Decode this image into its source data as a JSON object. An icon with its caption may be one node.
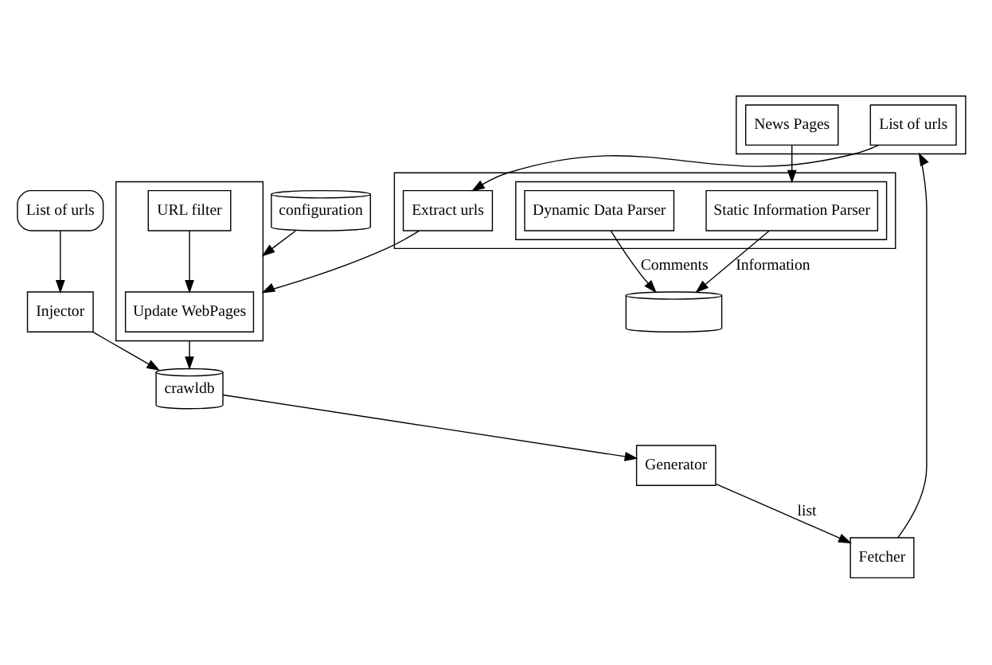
{
  "diagram": {
    "nodes": [
      {
        "text": [
          "List of urls"
        ]
      },
      {
        "text": [
          "Injector"
        ]
      },
      {
        "text": [
          "crawldb"
        ]
      },
      {
        "text": [
          "Generator"
        ]
      },
      {
        "text": [
          "Fetcher"
        ]
      },
      {
        "text": [],
        "shape": "box"
      },
      {
        "text": [
          "Update WebPages"
        ],
        "in": 5
      },
      {
        "text": [
          "URL filter"
        ],
        "in": 5
      },
      {
        "text": [
          "configuration"
        ]
      },
      {
        "text": [],
        "shape": "cylinder"
      },
      {
        "text": [],
        "shape": "box"
      },
      {
        "text": [
          "Extract urls"
        ],
        "in": 10
      },
      {
        "text": [],
        "shape": "box",
        "in": 10
      },
      {
        "text": [
          "Static Information Parser"
        ],
        "in": 12
      },
      {
        "text": [
          "Dynamic Data Parser"
        ],
        "in": 12
      },
      {
        "text": [],
        "shape": "box"
      },
      {
        "text": [
          "List of urls"
        ],
        "in": 15
      },
      {
        "text": [
          "News Pages"
        ],
        "in": 15
      }
    ],
    "edges": [
      {
        "from": 0,
        "to": 1,
        "arrow": "to"
      },
      {
        "from": 1,
        "to": 2,
        "arrow": "to"
      },
      {
        "from": 2,
        "to": 3,
        "arrow": "to"
      },
      {
        "from": 3,
        "to": 4,
        "arrow": "to",
        "label": "list"
      },
      {
        "from": 4,
        "to": 15,
        "arrow": "to"
      },
      {
        "from": 16,
        "to": 11,
        "arrow": "to"
      },
      {
        "from": 17,
        "to": 12,
        "arrow": "to"
      },
      {
        "from": 11,
        "to": 5,
        "arrow": "to"
      },
      {
        "from": 5,
        "to": 2,
        "arrow": "to"
      },
      {
        "from": 8,
        "to": 5,
        "arrow": "to"
      },
      {
        "from": 7,
        "to": 6,
        "arrow": "to"
      },
      {
        "from": 13,
        "to": 9,
        "arrow": "to",
        "label": "Information"
      },
      {
        "from": 14,
        "to": 9,
        "arrow": "to",
        "label": "Comments"
      }
    ]
  }
}
